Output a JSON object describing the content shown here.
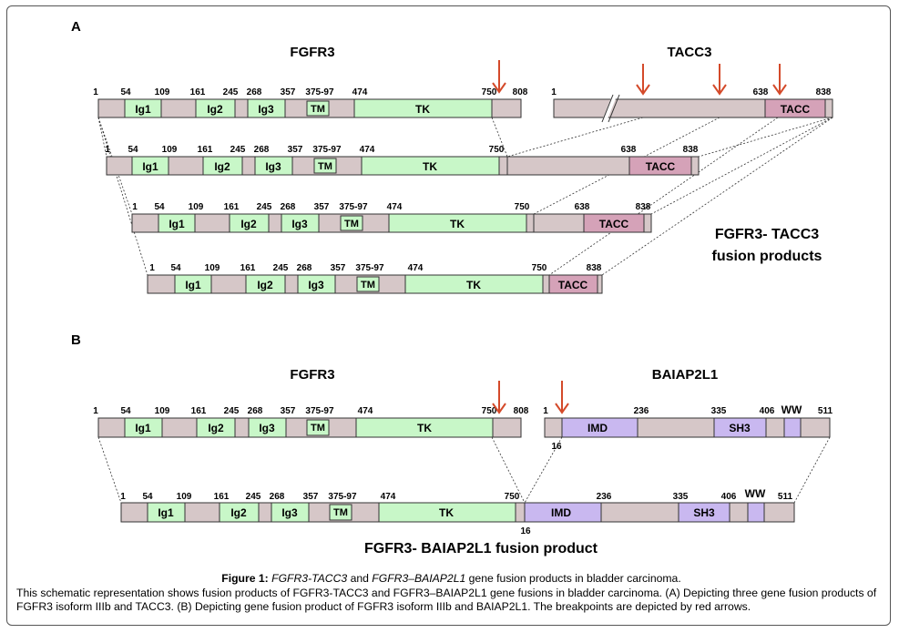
{
  "colors": {
    "backbone": "#d6c7c8",
    "ig": "#c8f7c8",
    "tk": "#c8f7c8",
    "tacc": "#d5a2b8",
    "bai": "#c9b8f0",
    "arrow": "#d44a2a",
    "border": "#333333"
  },
  "panel_a": {
    "label": "A",
    "fgfr3_title": "FGFR3",
    "tacc3_title": "TACC3",
    "fusion_label_line1": "FGFR3- TACC3",
    "fusion_label_line2": "fusion products"
  },
  "panel_b": {
    "label": "B",
    "fgfr3_title": "FGFR3",
    "baiap_title": "BAIAP2L1",
    "fusion_label": "FGFR3- BAIAP2L1 fusion product"
  },
  "domains": {
    "ig1": "Ig1",
    "ig2": "Ig2",
    "ig3": "Ig3",
    "tm": "TM",
    "tk": "TK",
    "tacc": "TACC",
    "imd": "IMD",
    "sh3": "SH3",
    "ww": "WW"
  },
  "positions": {
    "p1": "1",
    "p54": "54",
    "p109": "109",
    "p161": "161",
    "p245": "245",
    "p268": "268",
    "p357": "357",
    "p375": "375-97",
    "p474": "474",
    "p750": "750",
    "p808": "808",
    "p638": "638",
    "p838": "838",
    "p16": "16",
    "p236": "236",
    "p335": "335",
    "p406": "406",
    "p511": "511"
  },
  "caption": {
    "title_prefix": "Figure 1: ",
    "title_gene1": "FGFR3-TACC3",
    "title_and": " and ",
    "title_gene2": "FGFR3–BAIAP2L1",
    "title_suffix": " gene fusion products in bladder carcinoma.",
    "body": "This schematic representation shows fusion products of FGFR3-TACC3 and FGFR3–BAIAP2L1 gene fusions in bladder carcinoma. (A) Depicting three gene fusion products of FGFR3 isoform IIIb and TACC3. (B) Depicting gene fusion product of FGFR3 isoform IIIb and BAIAP2L1. The breakpoints are depicted by red arrows."
  }
}
